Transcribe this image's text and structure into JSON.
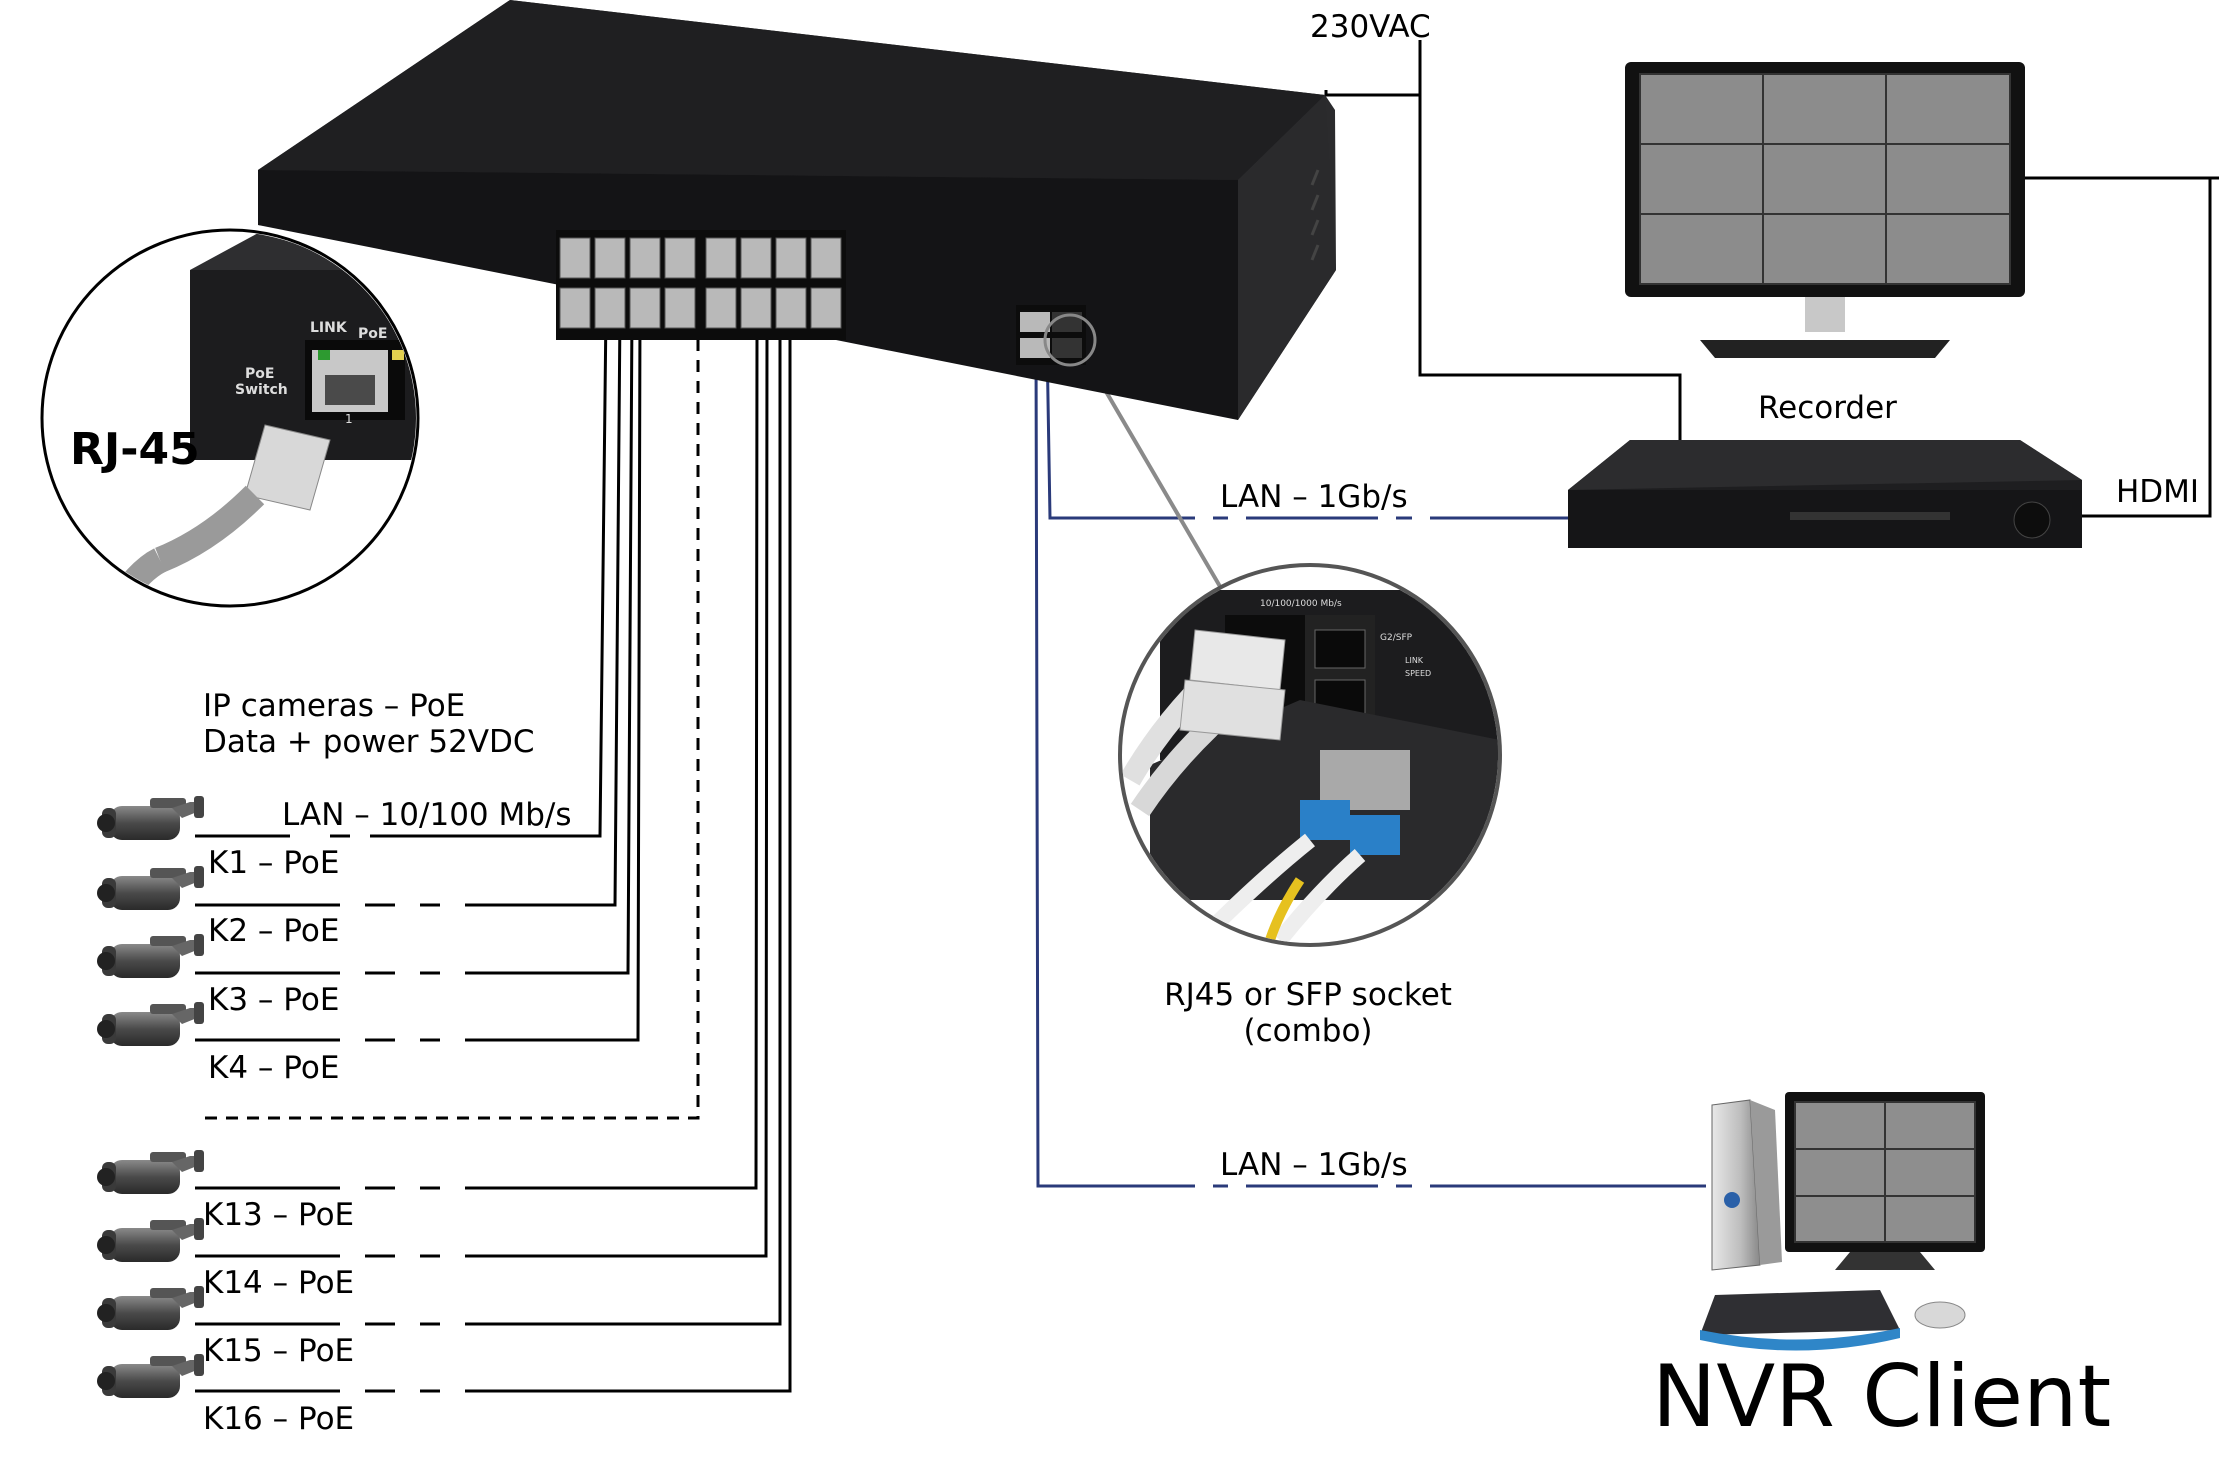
{
  "labels": {
    "power": "230VAC",
    "recorder": "Recorder",
    "hdmi": "HDMI",
    "lan_recorder": "LAN – 1Gb/s",
    "lan_client": "LAN – 1Gb/s",
    "rj45": "RJ-45",
    "cameras_title_1": "IP cameras – PoE",
    "cameras_title_2": "Data + power 52VDC",
    "lan_cameras": "LAN – 10/100 Mb/s",
    "combo_1": "RJ45 or SFP socket",
    "combo_2": "(combo)",
    "nvr_client": "NVR Client"
  },
  "device_text": {
    "switch_link": "LINK",
    "switch_poe": "PoE",
    "poe_switch_1": "PoE",
    "poe_switch_2": "Switch",
    "port_number": "1",
    "combo_g2sfp": "G2/SFP",
    "combo_link": "LINK",
    "combo_speed": "SPEED",
    "combo_speed_rate": "10/100/1000 Mb/s"
  },
  "cameras_top": [
    "K1 – PoE",
    "K2 – PoE",
    "K3 – PoE",
    "K4 – PoE"
  ],
  "cameras_bottom": [
    "K13 – PoE",
    "K14 – PoE",
    "K15 – PoE",
    "K16 – PoE"
  ],
  "colors": {
    "lan_line": "#2a3a7a",
    "cable": "#000000",
    "device": "#1e1e20",
    "port": "#b9b9b9"
  }
}
